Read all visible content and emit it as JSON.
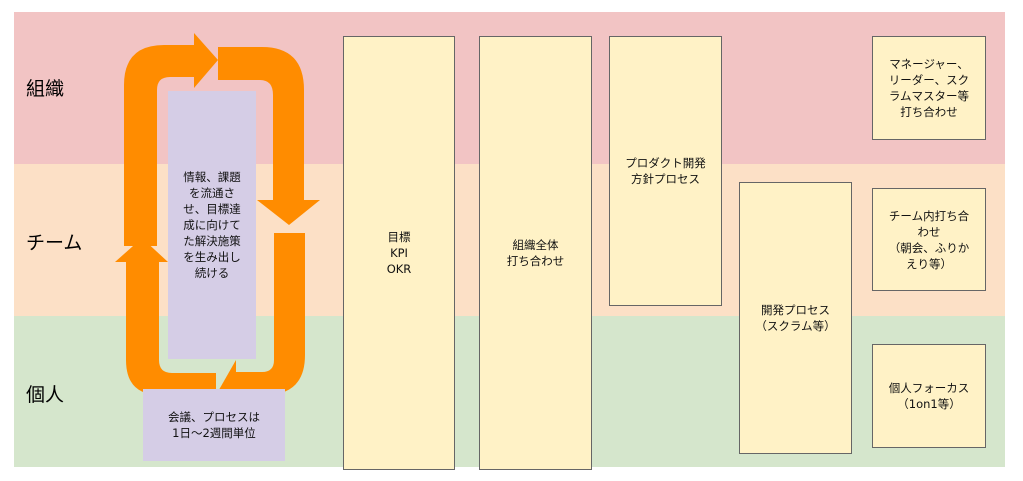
{
  "colors": {
    "band_org": "#f2c4c4",
    "band_team": "#fce0c6",
    "band_individual": "#d5e6cc",
    "box_fill": "#fff2c6",
    "note_fill": "#d5cde6",
    "arrow": "#ff8c00"
  },
  "bands": [
    {
      "label": "組織"
    },
    {
      "label": "チーム"
    },
    {
      "label": "個人"
    }
  ],
  "cycle": {
    "center_note": "情報、課題\nを流通さ\nせ、目標達\n成に向けて\nた解決施策\nを生み出し\n続ける",
    "bottom_note": "会議、プロセスは\n1日〜2週間単位",
    "arrow_icon": "cycle-arrows"
  },
  "boxes": [
    {
      "text": "目標\nKPI\nOKR"
    },
    {
      "text": "組織全体\n打ち合わせ"
    },
    {
      "text": "プロダクト開発\n方針プロセス"
    },
    {
      "text": "開発プロセス\n（スクラム等）"
    },
    {
      "text": "マネージャー、\nリーダー、スク\nラムマスター等\n打ち合わせ"
    },
    {
      "text": "チーム内打ち合\nわせ\n（朝会、ふりか\nえり等）"
    },
    {
      "text": "個人フォーカス\n（1on1等）"
    }
  ]
}
